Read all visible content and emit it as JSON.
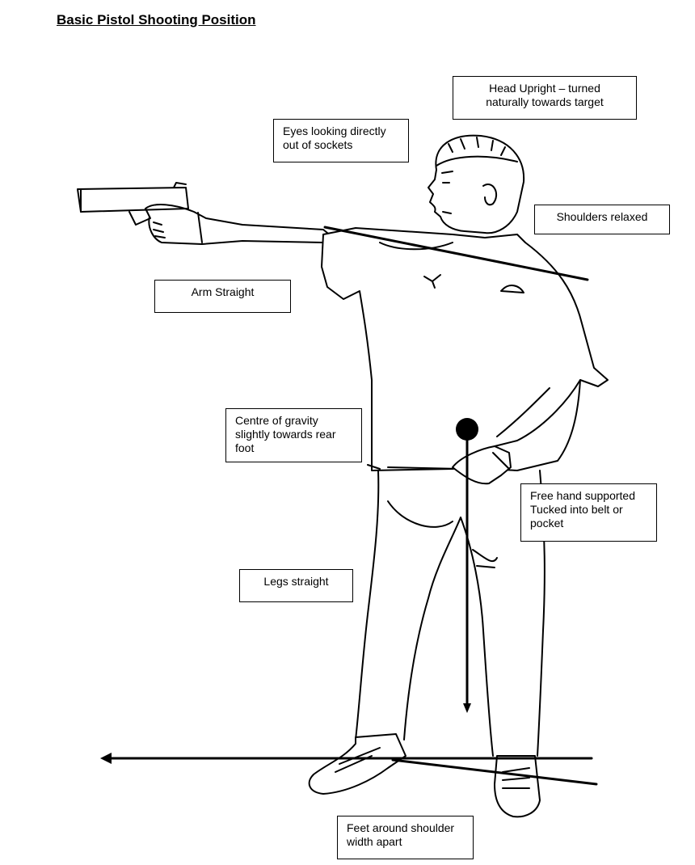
{
  "title": "Basic Pistol Shooting Position",
  "callouts": {
    "head": [
      "Head Upright – turned",
      "naturally towards target"
    ],
    "eyes": [
      "Eyes looking directly",
      "out of sockets"
    ],
    "shoulders": [
      "Shoulders relaxed"
    ],
    "arm": [
      "Arm Straight"
    ],
    "centre_of_gravity": [
      "Centre of gravity",
      "slightly towards rear",
      "foot"
    ],
    "free_hand": [
      "Free hand supported",
      "Tucked into belt or",
      "pocket"
    ],
    "legs": [
      "Legs straight"
    ],
    "feet": [
      "Feet around shoulder",
      "width apart"
    ]
  }
}
